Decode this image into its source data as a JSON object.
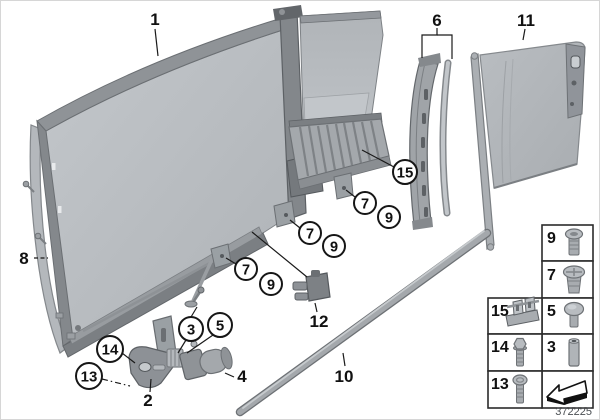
{
  "callouts": {
    "1": "1",
    "2": "2",
    "3": "3",
    "4": "4",
    "5": "5",
    "6": "6",
    "7": "7",
    "8": "8",
    "9": "9",
    "10": "10",
    "11": "11",
    "12": "12",
    "13": "13",
    "14": "14",
    "15": "15"
  },
  "legend": {
    "left_column": [
      {
        "num": "15",
        "icon": "clip-icon"
      },
      {
        "num": "14",
        "icon": "hex-flange-bolt-icon"
      },
      {
        "num": "13",
        "icon": "oval-head-screw-icon"
      }
    ],
    "right_column": [
      {
        "num": "9",
        "icon": "pan-head-screw-icon"
      },
      {
        "num": "7",
        "icon": "expanding-rivet-icon"
      },
      {
        "num": "5",
        "icon": "round-head-screw-icon"
      },
      {
        "num": "3",
        "icon": "spacer-sleeve-icon"
      },
      {
        "num": "",
        "icon": "direction-arrow-icon"
      }
    ]
  },
  "footer": {
    "diagram_number": "372225"
  },
  "colors": {
    "background": "#ffffff",
    "outline": "#1a1a1a",
    "part_light": "#b8bcc0",
    "part_mid": "#8f9397",
    "part_dark": "#6b6f73",
    "diagram_number": "#4b4f53"
  }
}
